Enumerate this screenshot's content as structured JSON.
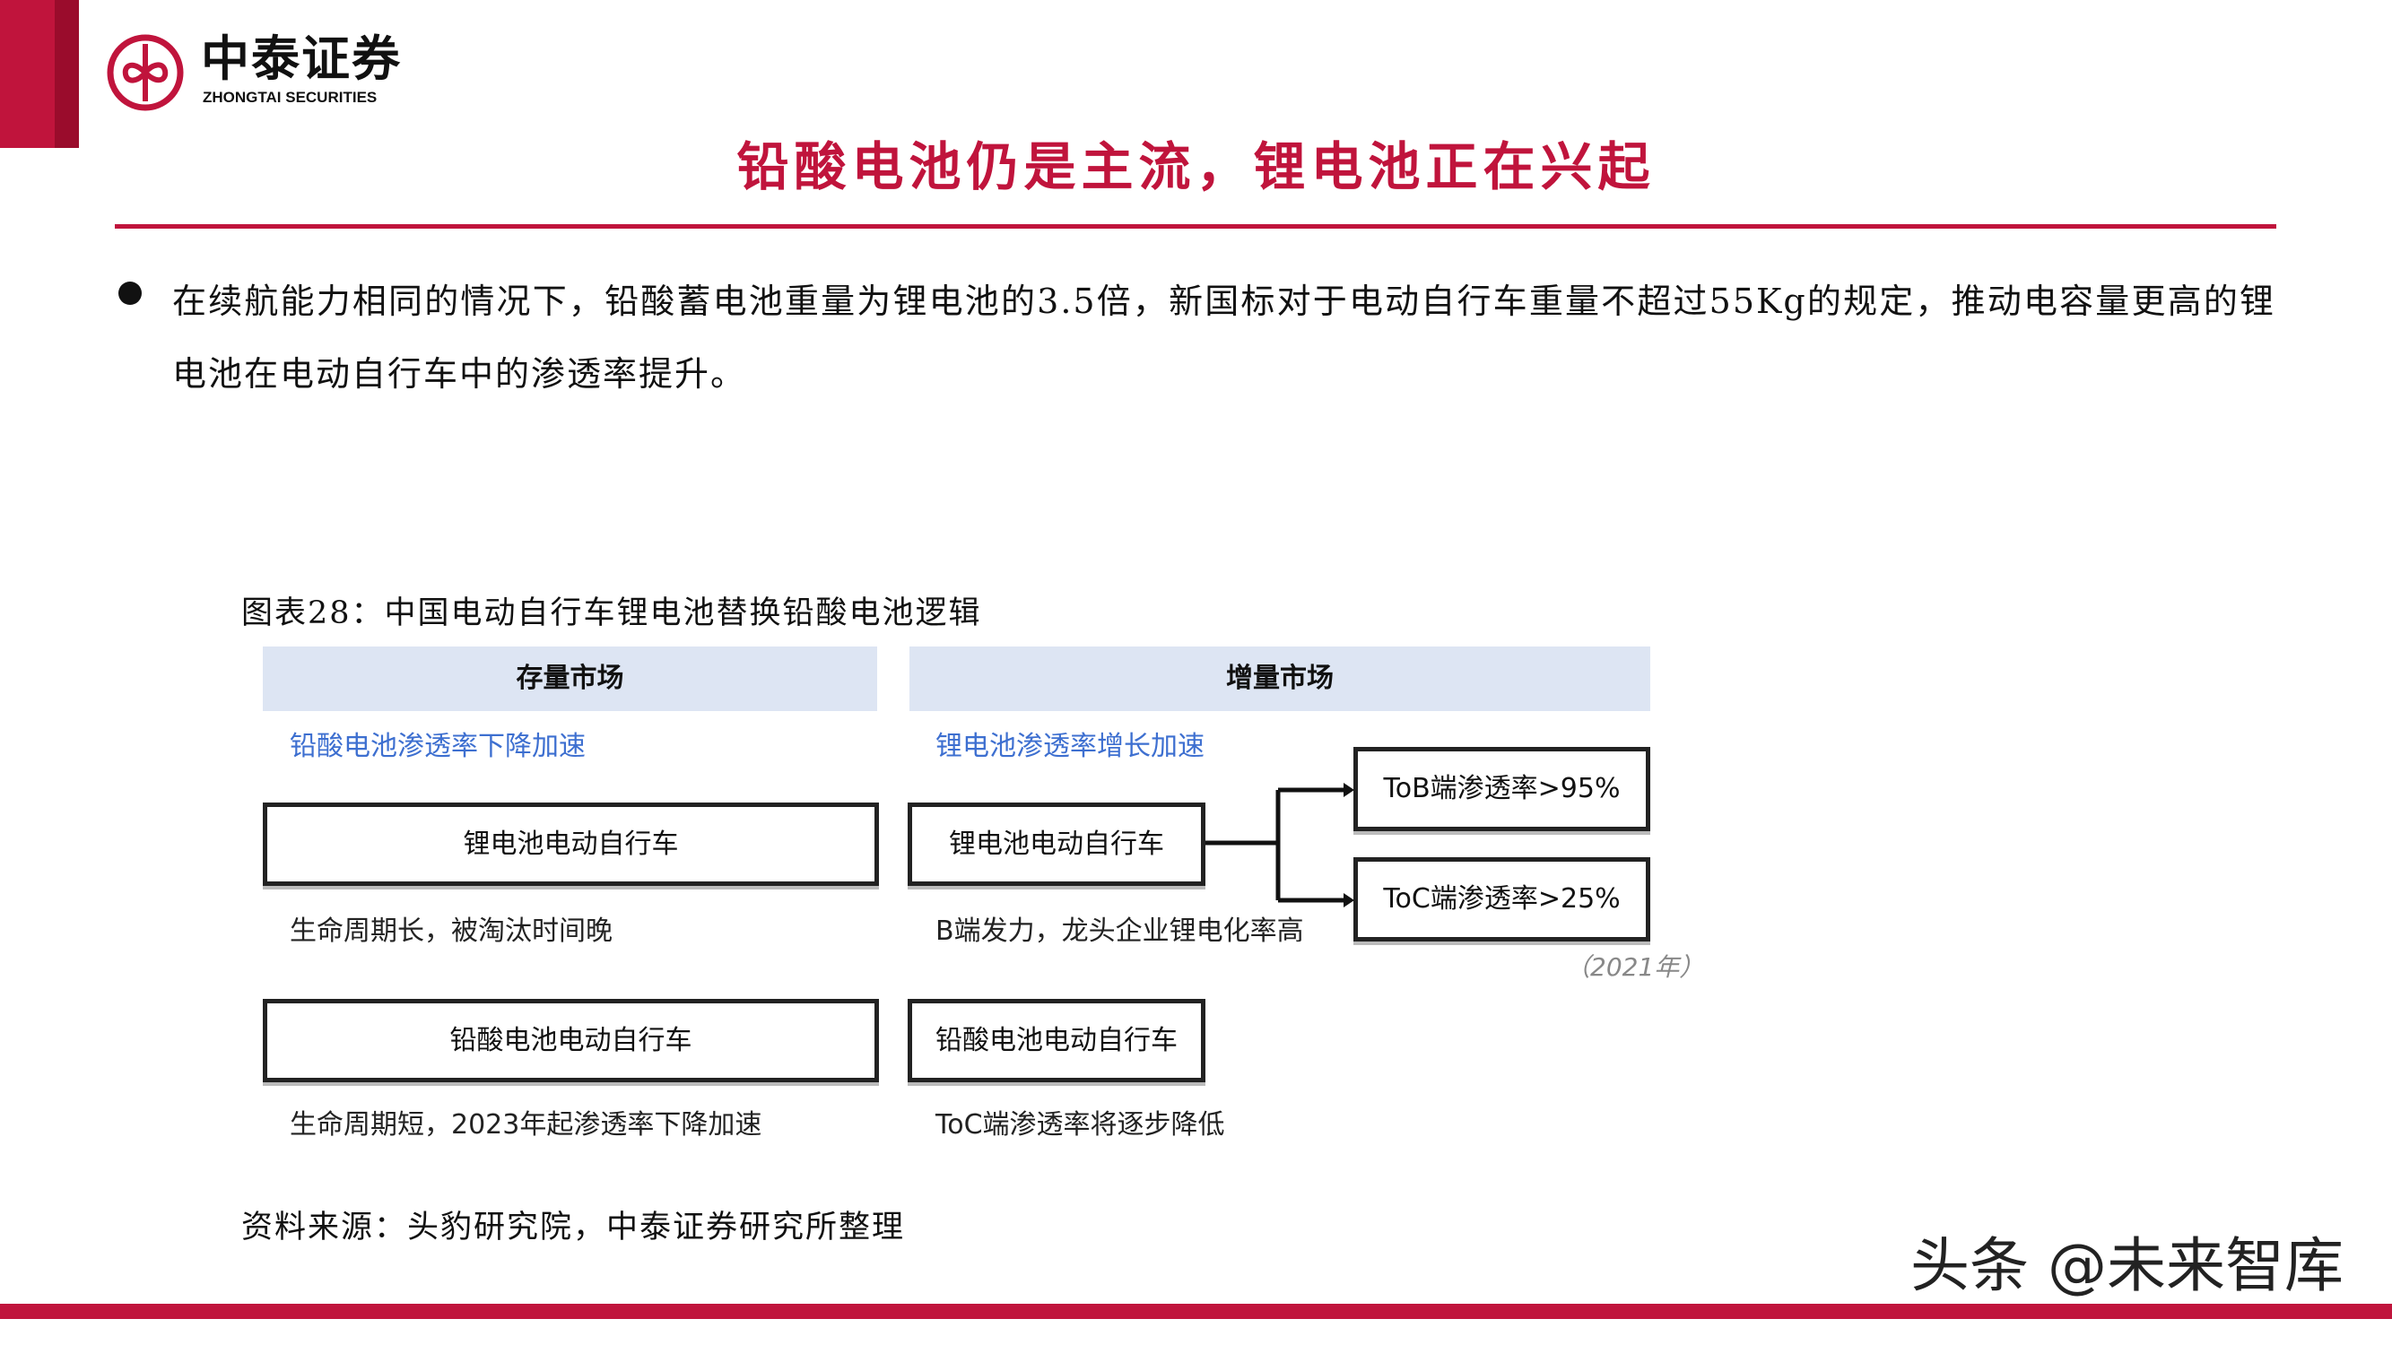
{
  "header": {
    "logo_cn": "中泰证券",
    "logo_en": "ZHONGTAI SECURITIES",
    "title": "铅酸电池仍是主流，锂电池正在兴起",
    "brand_color": "#c0143c"
  },
  "body": {
    "bullet_text": "在续航能力相同的情况下，铅酸蓄电池重量为锂电池的3.5倍，新国标对于电动自行车重量不超过55Kg的规定，推动电容量更高的锂电池在电动自行车中的渗透率提升。"
  },
  "figure": {
    "caption": "图表28：中国电动自行车锂电池替换铅酸电池逻辑",
    "stock_market": {
      "header": "存量市场",
      "trend": "铅酸电池渗透率下降加速",
      "box1": "锂电池电动自行车",
      "note1": "生命周期长，被淘汰时间晚",
      "box2": "铅酸电池电动自行车",
      "note2": "生命周期短，2023年起渗透率下降加速"
    },
    "incremental_market": {
      "header": "增量市场",
      "trend": "锂电池渗透率增长加速",
      "box1": "锂电池电动自行车",
      "note1": "B端发力，龙头企业锂电化率高",
      "tob": "ToB端渗透率>95%",
      "toc": "ToC端渗透率>25%",
      "year": "（2021年）",
      "box2": "铅酸电池电动自行车",
      "note2": "ToC端渗透率将逐步降低"
    },
    "source": "资料来源：头豹研究院，中泰证券研究所整理"
  },
  "watermark": "头条 @未来智库"
}
